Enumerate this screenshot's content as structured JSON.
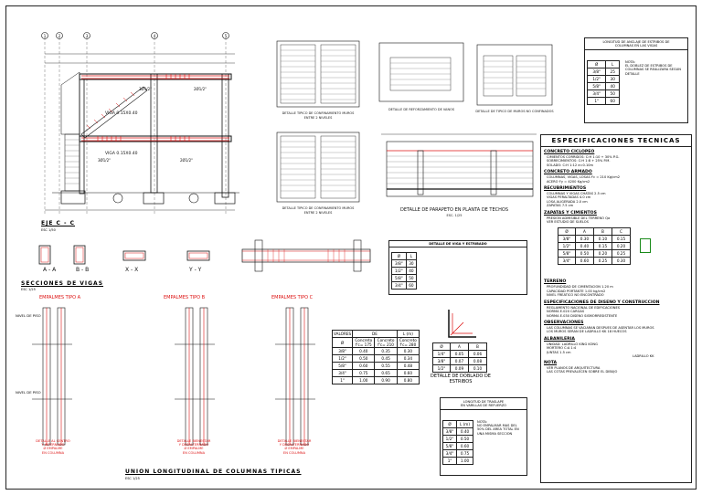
{
  "elevation": {
    "title": "EJE C - C",
    "scale": "ESC 1/50",
    "axes": [
      "1",
      "2",
      "3",
      "4",
      "5"
    ],
    "beams": [
      "VIGA 0.15X0.40",
      "VIGA 0.15X0.40"
    ],
    "rebar_notes": [
      "3Ø1/2\"",
      "2Ø1/2\"",
      "3Ø1/2\"",
      "2Ø1/2\""
    ]
  },
  "details_top": {
    "d1_caption": [
      "DETALLE TIPICO DE CONFINAMIENTO MUROS",
      "ENTRE 2 NIVELES"
    ],
    "d2_caption": [
      "DETALLE DE REFORZAMIENTO DE VANOS"
    ],
    "d3_caption": [
      "DETALLE DE TIPICO DE MUROS NO CONFINADOS"
    ],
    "d4_caption": [
      "DETALLE TIPICO DE CONFINAMIENTO MUROS",
      "ENTRE 2 NIVELES"
    ],
    "parapeto": {
      "title": "DETALLE DE PARAPETO EN PLANTA DE TECHOS",
      "scale": "ESC. 1/25"
    }
  },
  "anchor_table": {
    "title": [
      "LONGITUD DE ANCLAJE DE ESTRIBOS DE",
      "COLUMNAS EN LAS VIGAS"
    ],
    "header": [
      "Ø",
      "L"
    ],
    "rows": [
      [
        "3/8\"",
        "25"
      ],
      [
        "1/2\"",
        "30"
      ],
      [
        "5/8\"",
        "40"
      ],
      [
        "3/4\"",
        "50"
      ],
      [
        "1\"",
        "60"
      ]
    ],
    "note_title": "NOTA:",
    "note": "EL DOBLEZ DE ESTRIBOS DE COLUMNAS SE REALIZARA SEGUN DETALLE"
  },
  "specs": {
    "title": "ESPECIFICACIONES TECNICAS",
    "sections": [
      {
        "head": "CONCRETO CICLOPEO",
        "lines": [
          "CIMIENTOS CORRIDOS: C:H 1:10 + 30% P.G.",
          "SOBRECIMIENTOS: C:H 1:8 + 25% P.M.",
          "SOLADO: C:H 1:12 e=0.10m"
        ]
      },
      {
        "head": "CONCRETO ARMADO",
        "lines": [
          "COLUMNAS, VIGAS, LOSAS f'c = 210 Kg/cm2",
          "ACERO f'y = 4200 Kg/cm2"
        ]
      },
      {
        "head": "RECUBRIMIENTOS",
        "lines": [
          "COLUMNAS Y VIGAS CHATAS 2.5 cm",
          "VIGAS PERALTADAS 4.0 cm",
          "LOSA ALIGERADA 2.0 cm",
          "ZAPATAS 7.5 cm"
        ]
      },
      {
        "head": "ZAPATAS Y CIMIENTOS",
        "lines": [
          "PRESION ADMISIBLE DEL TERRENO Qa",
          "VER ESTUDIO DE SUELOS"
        ]
      },
      {
        "head": "TERRENO",
        "lines": [
          "PROFUNDIDAD DE CIMENTACION 1.20 m",
          "CAPACIDAD PORTANTE 1.00 kg/cm2",
          "NIVEL FREATICO NO ENCONTRADO"
        ]
      },
      {
        "head": "ESPECIFICACIONES DE DISENO Y CONSTRUCCION",
        "lines": [
          "REGLAMENTO NACIONAL DE EDIFICACIONES",
          "NORMA E.020 CARGAS",
          "NORMA E.030 DISENO SISMORRESISTENTE"
        ]
      },
      {
        "head": "OBSERVACIONES",
        "lines": [
          "LAS COLUMNAS SE VACIARAN DESPUES DE ASENTAR LOS MUROS",
          "LOS MUROS SERAN DE LADRILLO KK 18 HUECOS"
        ]
      },
      {
        "head": "ALBANILERIA",
        "lines": [
          "UNIDAD: LADRILLO KING KONG",
          "MORTERO C:A 1:4",
          "JUNTAS 1.5 cm"
        ]
      },
      {
        "head": "NOTA",
        "lines": [
          "VER PLANOS DE ARQUITECTURA",
          "LAS COTAS PREVALECEN SOBRE EL DIBUJO"
        ]
      }
    ],
    "steel_table": {
      "header": [
        "Ø",
        "A",
        "B",
        "C"
      ],
      "rows": [
        [
          "3/8\"",
          "0.30",
          "0.10",
          "0.15"
        ],
        [
          "1/2\"",
          "0.40",
          "0.15",
          "0.20"
        ],
        [
          "5/8\"",
          "0.50",
          "0.20",
          "0.25"
        ],
        [
          "3/4\"",
          "0.60",
          "0.25",
          "0.30"
        ]
      ]
    },
    "brick_caption": "LADRILLO KK"
  },
  "sections": {
    "title": "SECCIONES DE VIGAS",
    "scale": "ESC 1/25",
    "labels": [
      "A - A",
      "B - B",
      "X - X",
      "Y - Y"
    ]
  },
  "beam_detail": {
    "title": "DETALLE DE VIGA Y ESTRIBADO",
    "header": [
      "Ø",
      "L"
    ],
    "rows": [
      [
        "3/8\"",
        "30"
      ],
      [
        "1/2\"",
        "40"
      ],
      [
        "5/8\"",
        "50"
      ],
      [
        "3/4\"",
        "60"
      ]
    ]
  },
  "splices": {
    "types": [
      "EMPALMES TIPO A",
      "EMPALMES TIPO B",
      "EMPALMES TIPO C"
    ],
    "level_labels": [
      "NIVEL DE PISO",
      "NIVEL DE PISO"
    ],
    "captions": [
      [
        "DETALLE AL CENTRO",
        "Y ALTERNADO",
        "Ø EMPALME",
        "EN COLUMNA"
      ],
      [
        "DETALLE BIENESTAR",
        "Y DESALTERNADO",
        "Ø EMPALME",
        "EN COLUMNA"
      ],
      [
        "DETALLE BIENESTAR",
        "Y DESALTERNADO",
        "Ø EMPALME",
        "EN COLUMNA"
      ]
    ],
    "title": "UNION LONGITUDINAL DE COLUMNAS TIPICAS",
    "scale": "ESC 1/25"
  },
  "l_table": {
    "header_top": [
      "VALORES",
      "DE",
      "L (m)"
    ],
    "header": [
      "Ø",
      "Concreto f'c= 175",
      "Concreto f'c= 210",
      "Concreto f'c= 280"
    ],
    "rows": [
      [
        "3/8\"",
        "0.40",
        "0.35",
        "0.30"
      ],
      [
        "1/2\"",
        "0.50",
        "0.45",
        "0.34"
      ],
      [
        "5/8\"",
        "0.60",
        "0.55",
        "0.48"
      ],
      [
        "3/4\"",
        "0.75",
        "0.65",
        "0.60"
      ],
      [
        "1\"",
        "1.00",
        "0.90",
        "0.80"
      ]
    ]
  },
  "stirrup": {
    "caption": [
      "DETALLE DE DOBLADO DE",
      "ESTRIBOS"
    ],
    "header": [
      "Ø",
      "A",
      "B"
    ],
    "rows": [
      [
        "1/4\"",
        "0.05",
        "0.06"
      ],
      [
        "3/8\"",
        "0.07",
        "0.08"
      ],
      [
        "1/2\"",
        "0.09",
        "0.10"
      ]
    ]
  },
  "overlap": {
    "title": [
      "LONGITUD DE TRASLAPE",
      "EN VARILLAS DE REFUERZO"
    ],
    "header": [
      "Ø",
      "L (m)"
    ],
    "rows": [
      [
        "3/8\"",
        "0.40"
      ],
      [
        "1/2\"",
        "0.50"
      ],
      [
        "5/8\"",
        "0.60"
      ],
      [
        "3/4\"",
        "0.75"
      ],
      [
        "1\"",
        "1.00"
      ]
    ],
    "note_title": "NOTA:",
    "note": "NO EMPALMAR MAS DEL 50% DEL AREA TOTAL EN UNA MISMA SECCION"
  }
}
